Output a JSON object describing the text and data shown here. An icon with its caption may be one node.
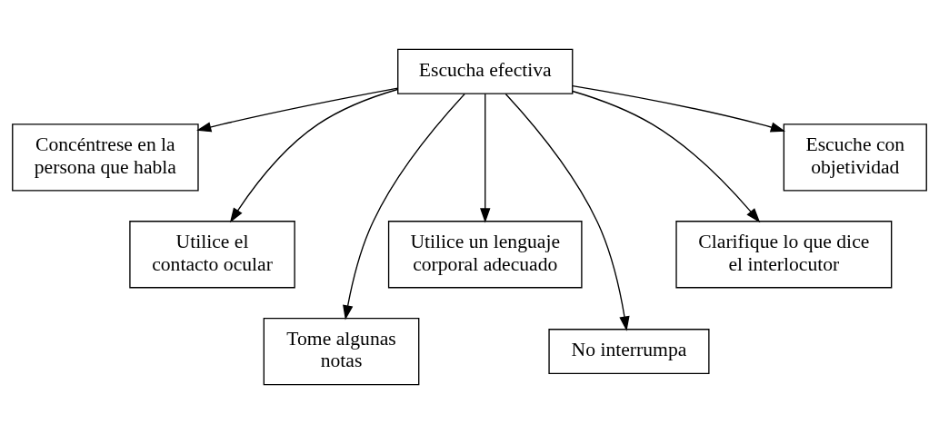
{
  "diagram": {
    "nodes": [
      {
        "text": [
          "Escucha efectiva"
        ]
      },
      {
        "text": [
          "Concéntrese en la persona que habla"
        ]
      },
      {
        "text": [
          "Utilice el contacto ocular"
        ]
      },
      {
        "text": [
          "Tome algunas notas"
        ]
      },
      {
        "text": [
          "Utilice un lenguaje corporal adecuado"
        ]
      },
      {
        "text": [
          "No interrumpa"
        ]
      },
      {
        "text": [
          "Clarifique lo que dice el interlocutor"
        ]
      },
      {
        "text": [
          "Escuche con objetividad"
        ]
      }
    ],
    "edges": [
      {
        "from": 0,
        "to": 1,
        "arrow": "to"
      },
      {
        "from": 0,
        "to": 2,
        "arrow": "to"
      },
      {
        "from": 0,
        "to": 3,
        "arrow": "to"
      },
      {
        "from": 0,
        "to": 4,
        "arrow": "to"
      },
      {
        "from": 0,
        "to": 5,
        "arrow": "to"
      },
      {
        "from": 0,
        "to": 6,
        "arrow": "to"
      },
      {
        "from": 0,
        "to": 7,
        "arrow": "to"
      }
    ]
  }
}
